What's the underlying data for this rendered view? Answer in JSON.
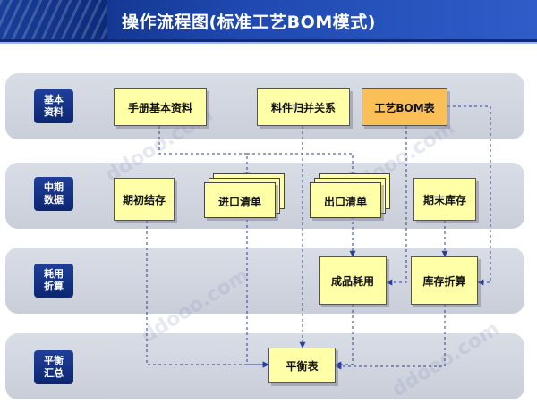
{
  "title": "操作流程图(标准工艺BOM模式)",
  "bands": [
    {
      "line1": "基本",
      "line2": "资料"
    },
    {
      "line1": "中期",
      "line2": "数据"
    },
    {
      "line1": "耗用",
      "line2": "折算"
    },
    {
      "line1": "平衡",
      "line2": "汇总"
    }
  ],
  "nodes": {
    "handbook": "手册基本资料",
    "material_relation": "料件归并关系",
    "process_bom": "工艺BOM表",
    "opening_stock": "期初结存",
    "import_list": "进口清单",
    "export_list": "出口清单",
    "closing_stock": "期末库存",
    "product_consumption": "成品耗用",
    "stock_conversion": "库存折算",
    "balance_sheet": "平衡表"
  },
  "colors": {
    "title_bar": "#1f49b0",
    "band_label": "#0c2670",
    "node_fill": "#ffffa8",
    "bom_fill": "#fbbf57",
    "band_fill": "#d0d4de"
  }
}
